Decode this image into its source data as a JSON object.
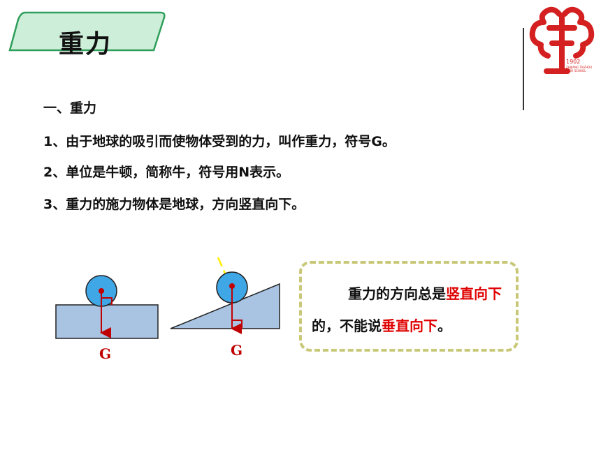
{
  "header": {
    "title": "重力"
  },
  "logo": {
    "year": "1902",
    "sub": "ZHIJIANG TAIZHOU HIGH SCHOOL"
  },
  "content": {
    "lines": [
      "一、重力",
      "1、由于地球的吸引而使物体受到的力，叫作重力，符号G。",
      "2、单位是牛顿，简称牛，符号用N表示。",
      "3、重力的施力物体是地球，方向竖直向下。"
    ]
  },
  "figure": {
    "g1": "G",
    "g2": "G"
  },
  "note": {
    "p1": "重力的方向总是",
    "p2": "竖直向下",
    "p3": "的，不能说",
    "p4": "垂直向下",
    "p5": "。"
  },
  "colors": {
    "tab_fill": "#cdeed8",
    "tab_border": "#2e9e5a",
    "ball": "#3fa7e6",
    "block": "#a9c3e2",
    "arrow": "#c00000",
    "logo": "#d42020",
    "note_border": "#c8c878",
    "highlight": "#e00000"
  }
}
